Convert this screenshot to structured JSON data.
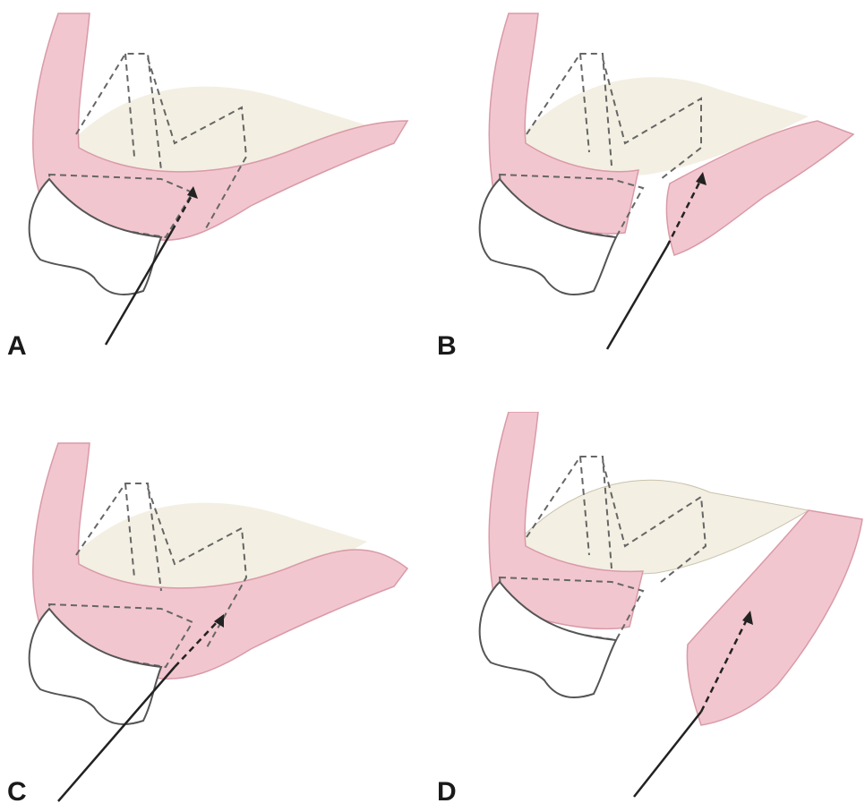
{
  "figure": {
    "panels": [
      {
        "id": "A",
        "label": "A",
        "variant": "through-attached-gingiva"
      },
      {
        "id": "B",
        "label": "B",
        "variant": "flap-separated"
      },
      {
        "id": "C",
        "label": "C",
        "variant": "through-attached-gingiva"
      },
      {
        "id": "D",
        "label": "D",
        "variant": "flap-reflected"
      }
    ],
    "colors": {
      "gingiva_fill": "#f2c6cf",
      "gingiva_stroke": "#d99aa8",
      "bone_fill": "#f3efe2",
      "tooth_outline": "#555555",
      "dashed": "#666666",
      "instrument": "#222222"
    }
  }
}
